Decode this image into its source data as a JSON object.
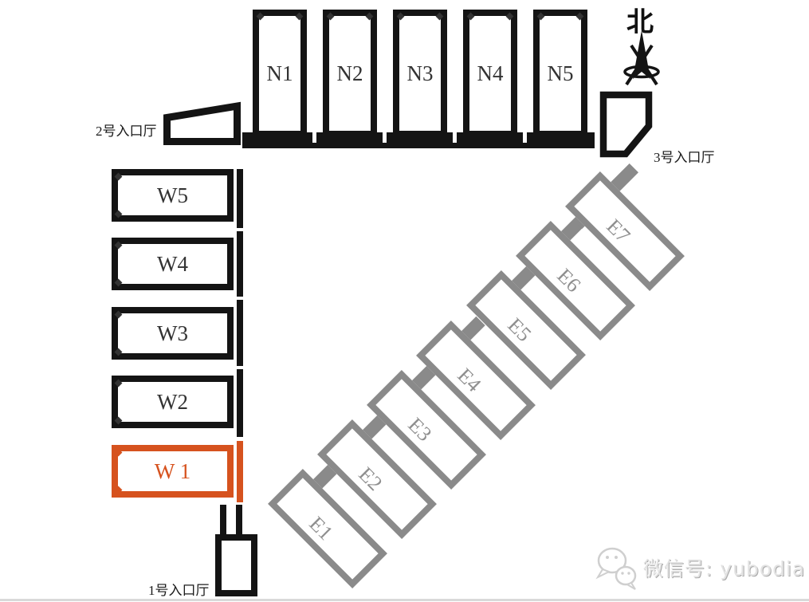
{
  "compass": {
    "label": "北"
  },
  "halls": {
    "north": [
      "N1",
      "N2",
      "N3",
      "N4",
      "N5"
    ],
    "west": [
      "W5",
      "W4",
      "W3",
      "W2",
      "W 1"
    ],
    "east": [
      "E1",
      "E2",
      "E3",
      "E4",
      "E5",
      "E6",
      "E7"
    ]
  },
  "highlighted_hall": "W1",
  "entrances": {
    "e1": "1号入口厅",
    "e2": "2号入口厅",
    "e3": "3号入口厅"
  },
  "watermark": {
    "icon": "wechat-icon",
    "text": "微信号: yubodia"
  },
  "colors": {
    "wall": "#141414",
    "east_wing": "#8a8a8a",
    "highlight": "#d6521e"
  }
}
